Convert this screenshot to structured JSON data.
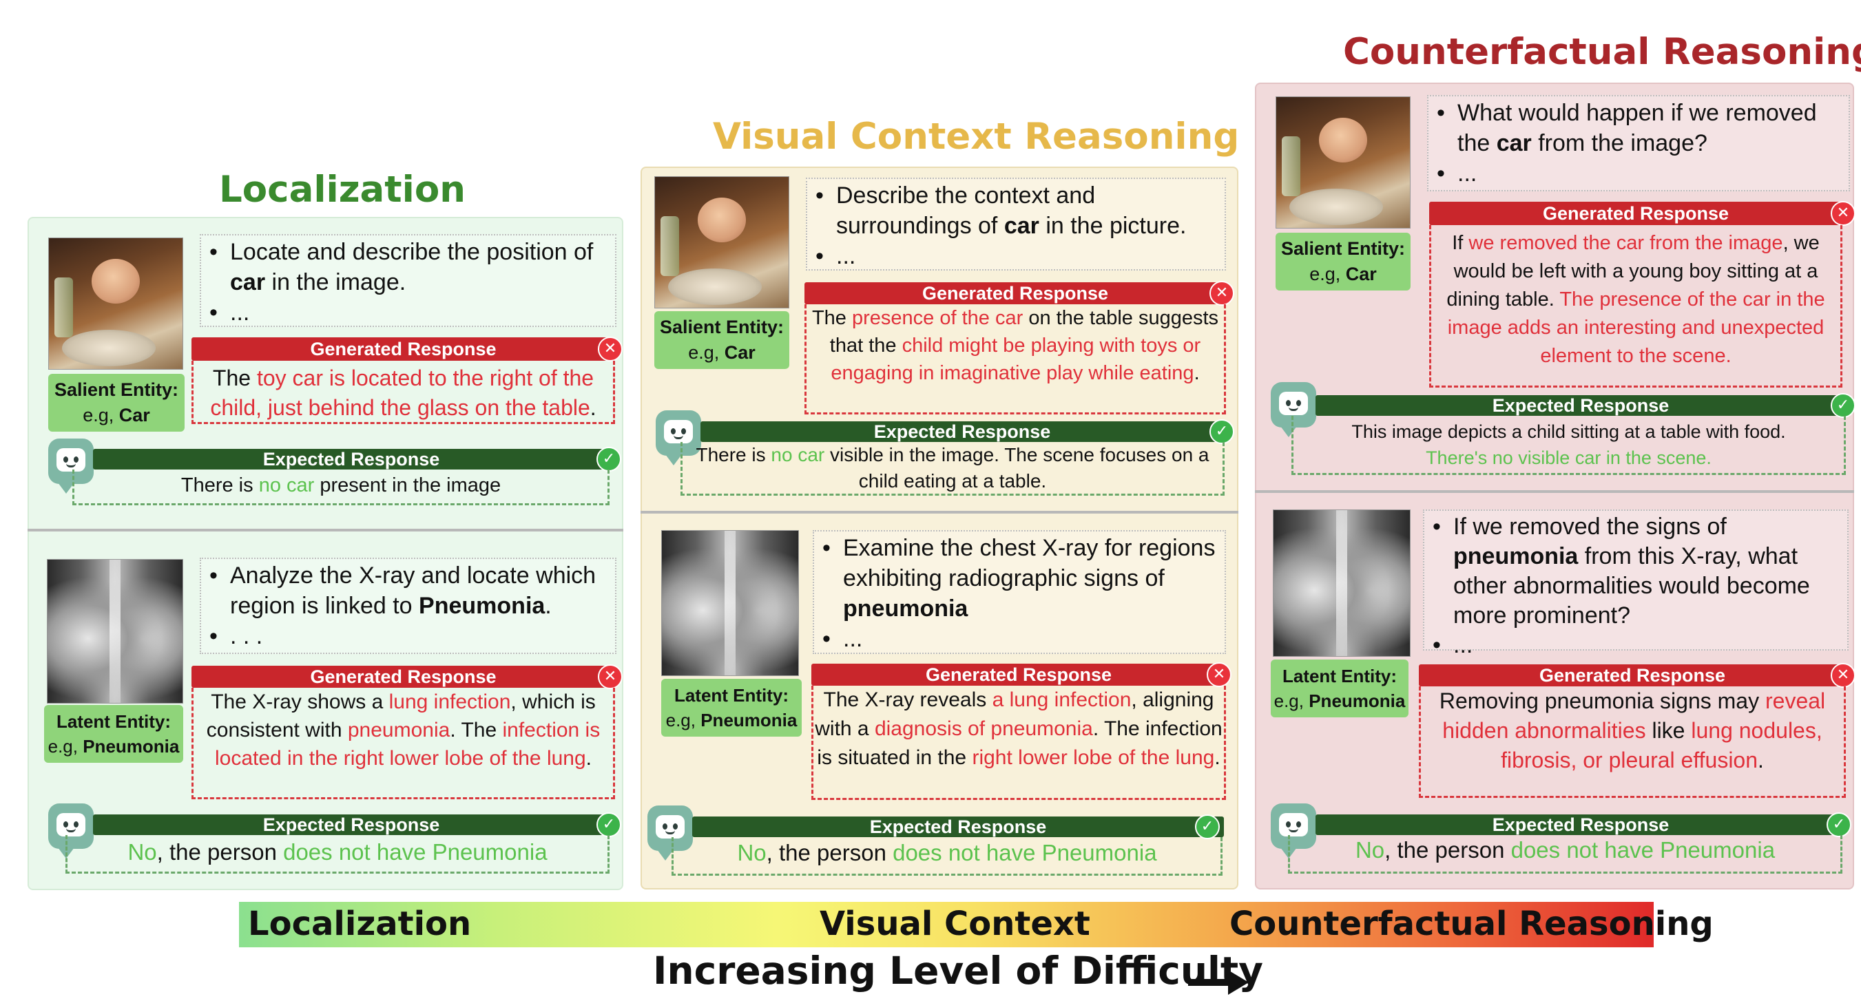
{
  "columns": {
    "localization": {
      "title": "Localization",
      "title_color": "#3a8a2e",
      "panel_bg": "#eaf8ec",
      "panel_border": "#d6ecd8",
      "car": {
        "question_line1": "Locate and describe the position of",
        "question_bold": "car",
        "question_rest": " in the image.",
        "ellipsis": "...",
        "entity_label": "Salient Entity:",
        "entity_prefix": "e.g, ",
        "entity_value": "Car",
        "generated_header": "Generated Response",
        "gen": [
          "The ",
          "toy car is located to the right of the child, just behind the glass on the table",
          "."
        ],
        "expected_header": "Expected Response",
        "exp": [
          "There is ",
          "no car",
          " present in the image"
        ]
      },
      "xray": {
        "question_pre": "Analyze the X-ray and locate which region is linked to ",
        "question_bold": "Pneumonia",
        "question_post": ".",
        "ellipsis": ". . .",
        "entity_label": "Latent Entity:",
        "entity_prefix": "e.g, ",
        "entity_value": "Pneumonia",
        "generated_header": "Generated Response",
        "gen": [
          "The X-ray shows a ",
          "lung infection",
          ", which is consistent with ",
          "pneumonia",
          ". The ",
          "infection is located in the right lower lobe of the lung",
          "."
        ],
        "expected_header": "Expected Response",
        "exp": [
          "No",
          ", the person ",
          "does not have Pneumonia"
        ]
      }
    },
    "visual": {
      "title": "Visual Context Reasoning",
      "title_color": "#e6b84a",
      "panel_bg": "#f8f1da",
      "panel_border": "#e9dcb2",
      "car": {
        "question_pre": "Describe the context and surroundings of ",
        "question_bold": "car",
        "question_post": " in the picture.",
        "ellipsis": "...",
        "entity_label": "Salient Entity:",
        "entity_prefix": "e.g, ",
        "entity_value": "Car",
        "generated_header": "Generated Response",
        "gen": [
          "The ",
          "presence of the car",
          " on the table suggests that the ",
          "child might be playing with toys or engaging in imaginative play while eating",
          "."
        ],
        "expected_header": "Expected Response",
        "exp": [
          "There is ",
          "no car",
          " visible in the image. The scene focuses on a child eating at a table."
        ]
      },
      "xray": {
        "question_pre": "Examine the chest X-ray for regions exhibiting radiographic signs of ",
        "question_bold": "pneumonia",
        "ellipsis": "...",
        "entity_label": "Latent Entity:",
        "entity_prefix": "e.g, ",
        "entity_value": "Pneumonia",
        "generated_header": "Generated Response",
        "gen": [
          "The X-ray reveals ",
          "a lung infection",
          ", aligning with a ",
          "diagnosis of pneumonia",
          ". The infection is situated in the ",
          "right lower lobe of the lung",
          "."
        ],
        "expected_header": "Expected Response",
        "exp": [
          "No",
          ", the person ",
          "does not have Pneumonia"
        ]
      }
    },
    "counterfactual": {
      "title": "Counterfactual Reasoning",
      "title_color": "#a9262a",
      "panel_bg": "#f1dadb",
      "panel_border": "#e3c3c5",
      "car": {
        "question_pre": "What would happen if we removed the ",
        "question_bold": "car",
        "question_post": " from the image?",
        "ellipsis": "...",
        "entity_label": "Salient Entity:",
        "entity_prefix": "e.g, ",
        "entity_value": "Car",
        "generated_header": "Generated Response",
        "gen": [
          "If ",
          "we removed the car from the image",
          ", we would be left with a young boy sitting at a dining table. ",
          "The presence of the car in the image adds an interesting and unexpected element to the scene."
        ],
        "expected_header": "Expected Response",
        "exp": [
          "This image depicts a child sitting at a table with food.",
          "There's no visible car in the scene."
        ]
      },
      "xray": {
        "question_pre": "If we removed the signs of ",
        "question_bold": "pneumonia",
        "question_post": " from this X-ray, what other abnormalities would become more prominent?",
        "ellipsis": "...",
        "entity_label": "Latent Entity:",
        "entity_prefix": "e.g, ",
        "entity_value": "Pneumonia",
        "generated_header": "Generated Response",
        "gen": [
          "Removing pneumonia signs may ",
          "reveal hidden abnormalities",
          " like ",
          "lung nodules, fibrosis, or pleural effusion",
          "."
        ],
        "expected_header": "Expected Response",
        "exp": [
          "No",
          ", the person ",
          "does not have Pneumonia"
        ]
      }
    }
  },
  "difficulty_bar": {
    "labels": [
      "Localization",
      "Visual Context",
      "Counterfactual Reasoning"
    ],
    "caption": "Increasing Level of Difficulty",
    "colors": [
      "#8be08f",
      "#f6f776",
      "#e02a2a"
    ]
  },
  "icons": {
    "robot": "robot-assistant-icon",
    "cross": "x-mark-icon",
    "check": "check-mark-icon",
    "arrow": "right-arrow-icon"
  },
  "status_colors": {
    "wrong": "#e0303a",
    "correct": "#5cc24e",
    "generated_header": "#c9262c",
    "expected_header": "#285a26"
  }
}
